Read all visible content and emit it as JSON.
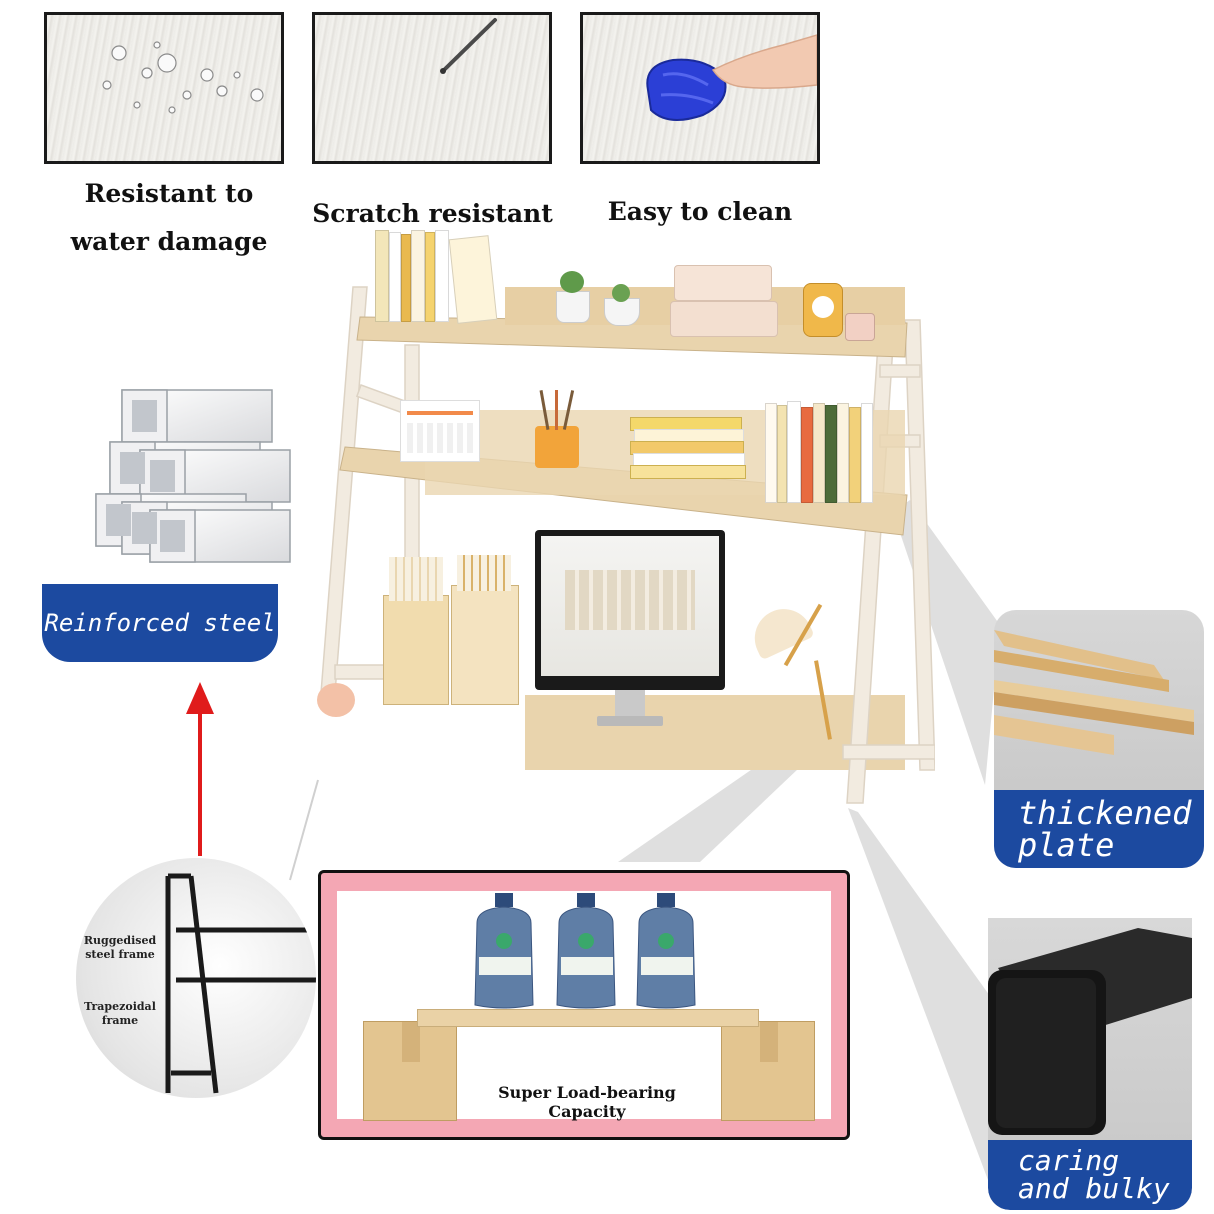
{
  "features": [
    {
      "label_line1": "Resistant to",
      "label_line2": "water damage",
      "icon": "water-droplets-icon"
    },
    {
      "label_line1": "Scratch resistant",
      "label_line2": "",
      "icon": "scratch-mark-icon"
    },
    {
      "label_line1": "Easy to clean",
      "label_line2": "",
      "icon": "cleaning-cloth-icon"
    }
  ],
  "callouts": {
    "reinforced_steel": "Reinforced steel",
    "thickened_plate_line1": "thickened",
    "thickened_plate_line2": "plate",
    "caring_line1": "caring",
    "caring_line2": "and bulky"
  },
  "frame_detail": {
    "label1_line1": "Ruggedised",
    "label1_line2": "steel frame",
    "label2_line1": "Trapezoidal",
    "label2_line2": "frame"
  },
  "load_panel": {
    "caption": "Super Load-bearing Capacity"
  },
  "colors": {
    "tag_blue": "#1c4aa0",
    "arrow_red": "#e01b1b",
    "frame_cream": "#f2ebe0",
    "wood": "#e9d4ad",
    "load_border_pink": "#f4a7b4"
  }
}
